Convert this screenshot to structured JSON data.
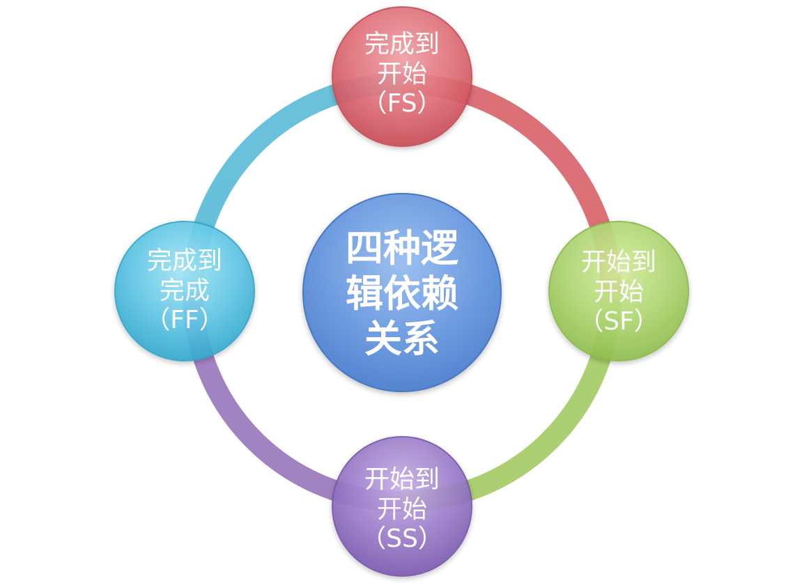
{
  "center": {
    "lines": [
      "四种逻",
      "辑依赖",
      "关系"
    ]
  },
  "nodes": {
    "fs": {
      "lines": [
        "完成到",
        "开始",
        "（FS）"
      ]
    },
    "sf": {
      "lines": [
        "开始到",
        "开始",
        "（SF）"
      ]
    },
    "ss": {
      "lines": [
        "开始到",
        "开始",
        "（SS）"
      ]
    },
    "ff": {
      "lines": [
        "完成到",
        "完成",
        "（FF）"
      ]
    }
  },
  "colors": {
    "fs": "#d9626a",
    "sf": "#9fc85a",
    "ss": "#8a6bb8",
    "ff": "#3fb8d8",
    "center": "#5b8ed6",
    "ring_fs_sf": "#d9646c",
    "ring_sf_ss": "#a4cc66",
    "ring_ss_ff": "#9a78bd",
    "ring_ff_fs": "#5cbcd9"
  }
}
